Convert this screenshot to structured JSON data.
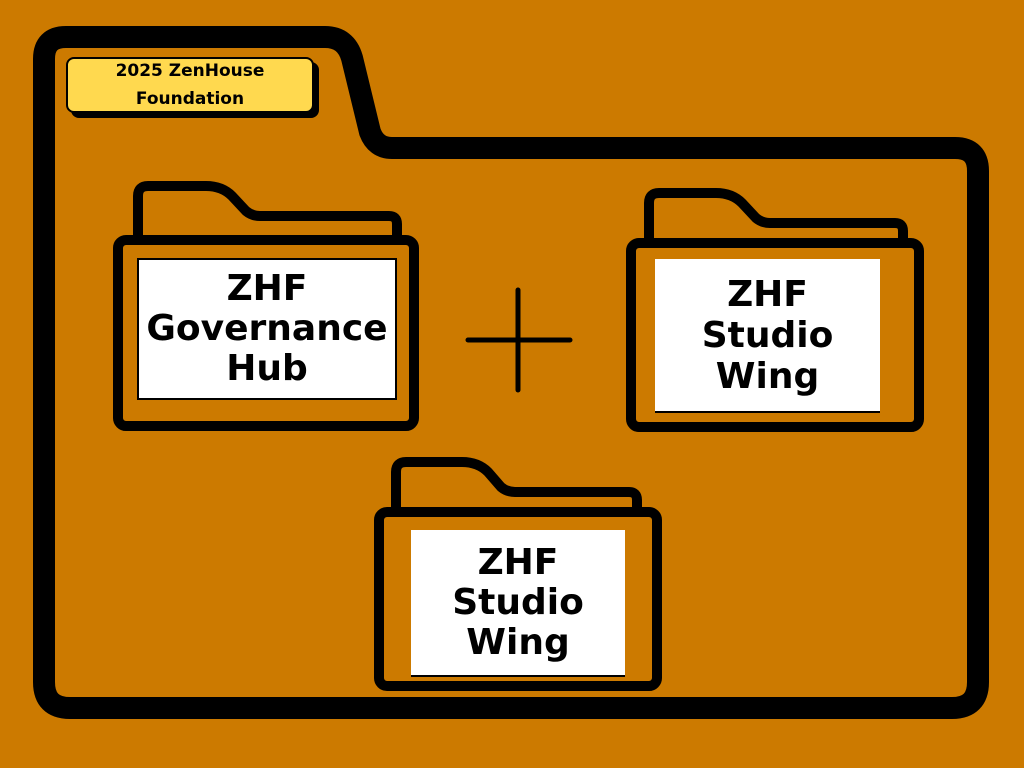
{
  "container": {
    "tag_line1": "2025 ZenHouse",
    "tag_line2": "Foundation"
  },
  "folders": [
    {
      "lines": [
        "ZHF",
        "Governance",
        "Hub"
      ]
    },
    {
      "lines": [
        "ZHF",
        "Studio",
        "Wing"
      ]
    },
    {
      "lines": [
        "ZHF",
        "Studio",
        "Wing"
      ]
    }
  ],
  "connector": {
    "symbol": "plus"
  },
  "colors": {
    "background": "#CC7A00",
    "tag_fill": "#FFD94F",
    "label_fill": "#FFFFFF",
    "stroke": "#000000"
  }
}
